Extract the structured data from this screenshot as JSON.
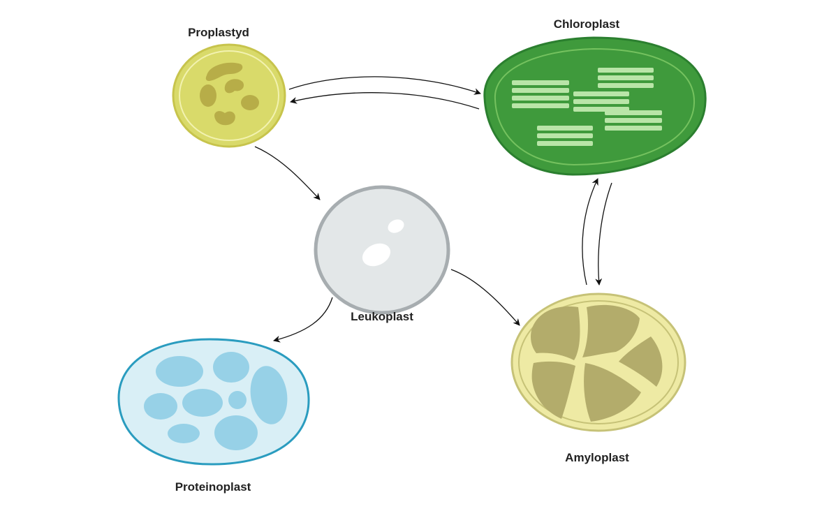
{
  "diagram": {
    "type": "plastid-interconversion",
    "labels": {
      "proplastid": "Proplastyd",
      "chloroplast": "Chloroplast",
      "leukoplast": "Leukoplast",
      "amyloplast": "Amyloplast",
      "proteinoplast": "Proteinoplast"
    },
    "arrows": [
      {
        "from": "proplastid",
        "to": "chloroplast"
      },
      {
        "from": "chloroplast",
        "to": "proplastid"
      },
      {
        "from": "proplastid",
        "to": "leukoplast"
      },
      {
        "from": "leukoplast",
        "to": "amyloplast"
      },
      {
        "from": "leukoplast",
        "to": "proteinoplast"
      },
      {
        "from": "amyloplast",
        "to": "chloroplast"
      },
      {
        "from": "chloroplast",
        "to": "amyloplast"
      }
    ],
    "colors": {
      "proplastid_fill": "#d9da6a",
      "proplastid_inclusion": "#b7ad48",
      "chloroplast_fill": "#3f9a3c",
      "chloroplast_thylakoid": "#b9e5a8",
      "leukoplast_fill": "#e3e7e8",
      "amyloplast_fill": "#eeeaa4",
      "amyloplast_granule": "#b3ac6b",
      "proteinoplast_fill": "#d9eff6",
      "proteinoplast_body": "#97d1e7"
    }
  }
}
